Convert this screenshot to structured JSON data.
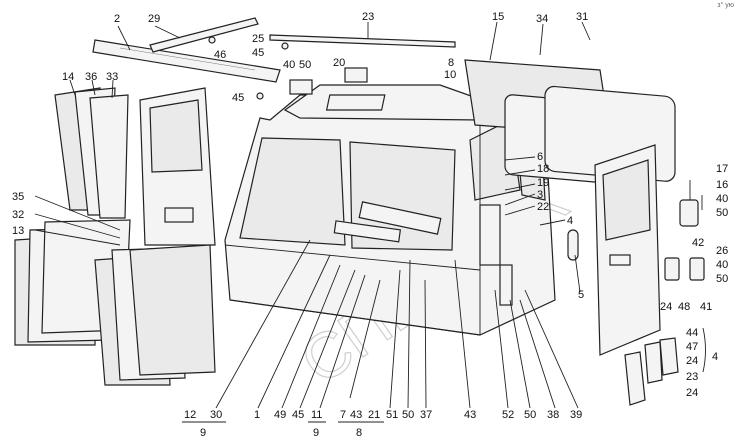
{
  "corner_mark": "з° ую",
  "watermark": "СПЕЦТЕХ",
  "callouts": {
    "c2": "2",
    "c29": "29",
    "c23": "23",
    "c15": "15",
    "c34": "34",
    "c31": "31",
    "c25": "25",
    "c46": "46",
    "c45a": "45",
    "c20": "20",
    "c8": "8",
    "c10": "10",
    "c40a": "40",
    "c50a": "50",
    "c45b": "45",
    "c14": "14",
    "c36": "36",
    "c33": "33",
    "c6": "6",
    "c18": "18",
    "c19": "19",
    "c3": "3",
    "c22": "22",
    "c4a": "4",
    "c5": "5",
    "c17": "17",
    "c16": "16",
    "c40b": "40",
    "c50b": "50",
    "c42": "42",
    "c26": "26",
    "c40c": "40",
    "c50c": "50",
    "c24a": "24",
    "c48": "48",
    "c41": "41",
    "c35": "35",
    "c32": "32",
    "c13": "13",
    "c44": "44",
    "c47": "47",
    "c24b": "24",
    "c23b": "23",
    "c24c": "24",
    "c4b": "4",
    "c1": "1",
    "c49": "49",
    "c45c": "45",
    "c51": "51",
    "c50d": "50",
    "c37": "37",
    "c43": "43",
    "c52": "52",
    "c50e": "50",
    "c38": "38",
    "c39": "39"
  },
  "groups": {
    "g9a": {
      "a": "12",
      "b": "30",
      "total": "9"
    },
    "g9b": {
      "a": "11",
      "total": "9"
    },
    "g8": {
      "a": "7",
      "b": "43",
      "c": "21",
      "total": "8"
    }
  }
}
